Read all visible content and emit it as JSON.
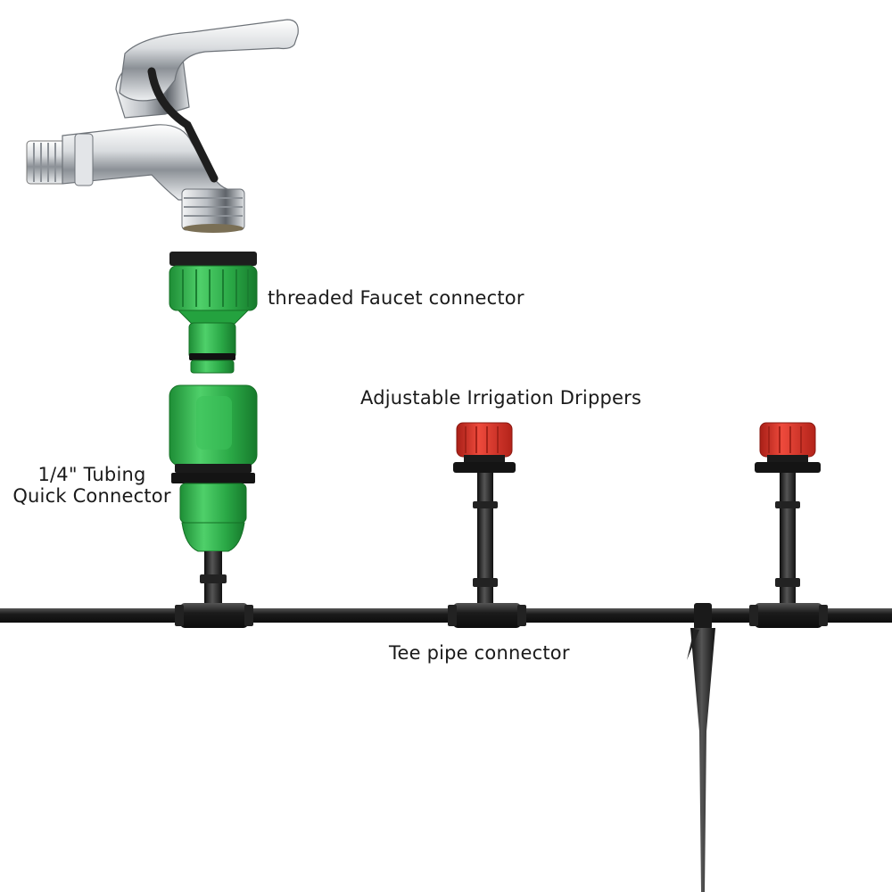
{
  "labels": {
    "faucet_connector": "threaded Faucet connector",
    "drippers": "Adjustable Irrigation Drippers",
    "quick_connector_line1": "1/4\" Tubing",
    "quick_connector_line2": "Quick Connector",
    "tee_connector": "Tee pipe connector"
  },
  "colors": {
    "tube": "#1b1b1b",
    "connector_green": "#2db34a",
    "dripper_red": "#d8342a",
    "chrome": "#c9ccd0",
    "background": "#ffffff"
  }
}
